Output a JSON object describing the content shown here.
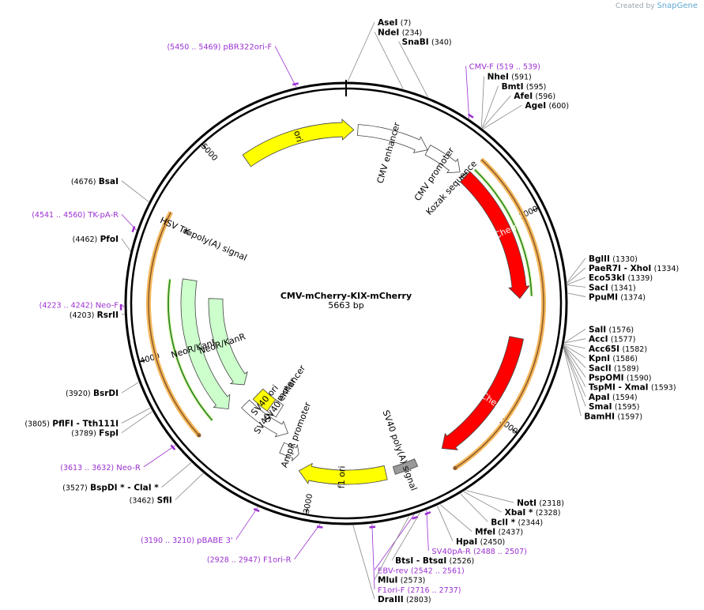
{
  "credit": {
    "created_by": "Created by",
    "brand": "SnapGene"
  },
  "plasmid": {
    "name": "CMV-mCherry-KIX-mCherry",
    "length_label": "5663 bp",
    "length": 5663
  },
  "ticks": [
    {
      "pos": 1000,
      "label": "1000"
    },
    {
      "pos": 2000,
      "label": "2000"
    },
    {
      "pos": 3000,
      "label": "3000"
    },
    {
      "pos": 4000,
      "label": "4000"
    },
    {
      "pos": 5000,
      "label": "5000"
    }
  ],
  "features": [
    {
      "name": "CMV enhancer",
      "start": 61,
      "end": 440,
      "dir": 1,
      "type": "promoter",
      "color": "#ffffff"
    },
    {
      "name": "CMV promoter",
      "start": 441,
      "end": 644,
      "dir": 1,
      "type": "promoter",
      "color": "#ffffff"
    },
    {
      "name": "Kozak sequence",
      "start": 664,
      "end": 673,
      "dir": 0,
      "type": "misc",
      "color": "#999999"
    },
    {
      "name": "mCherry",
      "start": 680,
      "end": 1390,
      "dir": 1,
      "type": "cds",
      "color": "#ff0000"
    },
    {
      "name": "mCherry",
      "start": 1595,
      "end": 2305,
      "dir": 1,
      "type": "cds",
      "color": "#ff0000"
    },
    {
      "name": "SV40 poly(A) signal",
      "start": 2458,
      "end": 2579,
      "dir": 0,
      "type": "polyA",
      "color": "#999999"
    },
    {
      "name": "f1 ori",
      "start": 2624,
      "end": 3079,
      "dir": 1,
      "type": "ori",
      "color": "#ffff00"
    },
    {
      "name": "AmpR promoter",
      "start": 3105,
      "end": 3209,
      "dir": -1,
      "type": "promoter",
      "color": "#ffffff"
    },
    {
      "name": "SV40 promoter",
      "start": 3211,
      "end": 3540,
      "dir": -1,
      "type": "promoter",
      "color": "#ffffff"
    },
    {
      "name": "SV40 ori",
      "start": 3391,
      "end": 3526,
      "dir": 0,
      "type": "ori",
      "color": "#ffff00"
    },
    {
      "name": "SV40 enhancer",
      "start": 3330,
      "end": 3402,
      "dir": 0,
      "type": "none",
      "color": "#ffffff"
    },
    {
      "name": "NeoR/KanR",
      "start": 3588,
      "end": 4382,
      "dir": -1,
      "type": "cds",
      "color": "#ccffcc"
    },
    {
      "name": "HSV TK poly(A) signal",
      "start": 4618,
      "end": 4636,
      "dir": 0,
      "type": "polyA",
      "color": "#999999"
    },
    {
      "name": "ori",
      "start": 5115,
      "end": 5703,
      "dir": 1,
      "type": "ori",
      "color": "#ffff00"
    },
    {
      "name": "NeoR/KanR",
      "start": 3588,
      "end": 4382,
      "dir": -1,
      "type": "cds",
      "color": "#ccffcc"
    }
  ],
  "translations": [
    {
      "start": 680,
      "end": 2305,
      "dir": 1
    },
    {
      "start": 3588,
      "end": 4680,
      "dir": -1
    }
  ],
  "primer_marks": [
    {
      "pos": 529
    },
    {
      "pos": 2497
    },
    {
      "pos": 2551
    },
    {
      "pos": 2726
    },
    {
      "pos": 2937
    },
    {
      "pos": 3200
    },
    {
      "pos": 3622
    },
    {
      "pos": 4232
    },
    {
      "pos": 4550
    },
    {
      "pos": 5459
    }
  ],
  "labels": [
    {
      "text": "AseI",
      "pos_text": "(7)",
      "kind": "enzyme",
      "site": 7
    },
    {
      "text": "NdeI",
      "pos_text": "(234)",
      "kind": "enzyme",
      "site": 234
    },
    {
      "text": "SnaBI",
      "pos_text": "(340)",
      "kind": "enzyme",
      "site": 340
    },
    {
      "text": "CMV-F",
      "pos_text": "(519 .. 539)",
      "kind": "primer",
      "site": 529
    },
    {
      "text": "NheI",
      "pos_text": "(591)",
      "kind": "enzyme",
      "site": 591
    },
    {
      "text": "BmtI",
      "pos_text": "(595)",
      "kind": "enzyme",
      "site": 595
    },
    {
      "text": "AfeI",
      "pos_text": "(596)",
      "kind": "enzyme",
      "site": 596
    },
    {
      "text": "AgeI",
      "pos_text": "(600)",
      "kind": "enzyme",
      "site": 600
    },
    {
      "text": "BglII",
      "pos_text": "(1330)",
      "kind": "enzyme",
      "site": 1330
    },
    {
      "text": "PaeR7I  - XhoI",
      "pos_text": "(1334)",
      "kind": "enzyme",
      "site": 1334
    },
    {
      "text": "Eco53kI",
      "pos_text": "(1339)",
      "kind": "enzyme",
      "site": 1339
    },
    {
      "text": "SacI",
      "pos_text": "(1341)",
      "kind": "enzyme",
      "site": 1341
    },
    {
      "text": "PpuMI",
      "pos_text": "(1374)",
      "kind": "enzyme",
      "site": 1374
    },
    {
      "text": "SalI",
      "pos_text": "(1576)",
      "kind": "enzyme",
      "site": 1576
    },
    {
      "text": "AccI",
      "pos_text": "(1577)",
      "kind": "enzyme",
      "site": 1577
    },
    {
      "text": "Acc65I",
      "pos_text": "(1582)",
      "kind": "enzyme",
      "site": 1582
    },
    {
      "text": "KpnI",
      "pos_text": "(1586)",
      "kind": "enzyme",
      "site": 1586
    },
    {
      "text": "SacII",
      "pos_text": "(1589)",
      "kind": "enzyme",
      "site": 1589
    },
    {
      "text": "PspOMI",
      "pos_text": "(1590)",
      "kind": "enzyme",
      "site": 1590
    },
    {
      "text": "TspMI  - XmaI",
      "pos_text": "(1593)",
      "kind": "enzyme",
      "site": 1593
    },
    {
      "text": "ApaI",
      "pos_text": "(1594)",
      "kind": "enzyme",
      "site": 1594
    },
    {
      "text": "SmaI",
      "pos_text": "(1595)",
      "kind": "enzyme",
      "site": 1595
    },
    {
      "text": "BamHI",
      "pos_text": "(1597)",
      "kind": "enzyme",
      "site": 1597
    },
    {
      "text": "NotI",
      "pos_text": "(2318)",
      "kind": "enzyme",
      "site": 2318
    },
    {
      "text": "XbaI *",
      "pos_text": "(2328)",
      "kind": "enzyme",
      "site": 2328
    },
    {
      "text": "BclI *",
      "pos_text": "(2344)",
      "kind": "enzyme",
      "site": 2344
    },
    {
      "text": "MfeI",
      "pos_text": "(2437)",
      "kind": "enzyme",
      "site": 2437
    },
    {
      "text": "HpaI",
      "pos_text": "(2450)",
      "kind": "enzyme",
      "site": 2450
    },
    {
      "text": "SV40pA-R",
      "pos_text": "(2488 .. 2507)",
      "kind": "primer",
      "site": 2497
    },
    {
      "text": "BtsI  - BtsαI",
      "pos_text": "(2526)",
      "kind": "enzyme",
      "site": 2526
    },
    {
      "text": "EBV-rev",
      "pos_text": "(2542 .. 2561)",
      "kind": "primer",
      "site": 2551
    },
    {
      "text": "MluI",
      "pos_text": "(2573)",
      "kind": "enzyme",
      "site": 2573
    },
    {
      "text": "F1ori-F",
      "pos_text": "(2716 .. 2737)",
      "kind": "primer",
      "site": 2726
    },
    {
      "text": "DraIII",
      "pos_text": "(2803)",
      "kind": "enzyme",
      "site": 2803
    },
    {
      "text": "F1ori-R",
      "pos_text": "(2928 .. 2947)",
      "kind": "primer",
      "site": 2937
    },
    {
      "text": "pBABE 3'",
      "pos_text": "(3190 .. 3210)",
      "kind": "primer",
      "site": 3200
    },
    {
      "text": "SfiI",
      "pos_text": "(3462)",
      "kind": "enzyme",
      "site": 3462
    },
    {
      "text": "BspDI *  - ClaI *",
      "pos_text": "(3527)",
      "kind": "enzyme",
      "site": 3527
    },
    {
      "text": "Neo-R",
      "pos_text": "(3613 .. 3632)",
      "kind": "primer",
      "site": 3622
    },
    {
      "text": "FspI",
      "pos_text": "(3789)",
      "kind": "enzyme",
      "site": 3789
    },
    {
      "text": "PflFI  - Tth111I",
      "pos_text": "(3805)",
      "kind": "enzyme",
      "site": 3805
    },
    {
      "text": "BsrDI",
      "pos_text": "(3920)",
      "kind": "enzyme",
      "site": 3920
    },
    {
      "text": "RsrII",
      "pos_text": "(4203)",
      "kind": "enzyme",
      "site": 4203
    },
    {
      "text": "Neo-F",
      "pos_text": "(4223 .. 4242)",
      "kind": "primer",
      "site": 4232
    },
    {
      "text": "PfoI",
      "pos_text": "(4462)",
      "kind": "enzyme",
      "site": 4462
    },
    {
      "text": "TK-pA-R",
      "pos_text": "(4541 .. 4560)",
      "kind": "primer",
      "site": 4550
    },
    {
      "text": "BsaI",
      "pos_text": "(4676)",
      "kind": "enzyme",
      "site": 4676
    },
    {
      "text": "pBR322ori-F",
      "pos_text": "(5450 .. 5469)",
      "kind": "primer",
      "site": 5459
    }
  ],
  "colors": {
    "backbone": "#000000",
    "enzyme_text": "#000000",
    "primer_text": "#9b30d0",
    "primer_mark": "#9b30d0",
    "leader": "#888888",
    "translation_outer": "#f5b85b",
    "translation_inner": "#8b5a2b",
    "green_translation": "#2e8b1a"
  }
}
